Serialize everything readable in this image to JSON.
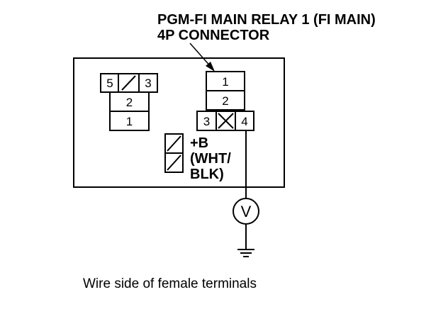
{
  "header": {
    "title_line1": "PGM-FI MAIN RELAY 1 (FI MAIN)",
    "title_line2": "4P CONNECTOR"
  },
  "left_connector": {
    "top_row": [
      "5",
      "3"
    ],
    "rows": [
      "2",
      "1"
    ]
  },
  "main_connector": {
    "rows": [
      "1",
      "2"
    ],
    "bottom_row": [
      "3",
      "4"
    ]
  },
  "terminal_label": {
    "line1": "+B",
    "line2": "(WHT/",
    "line3": "BLK)"
  },
  "meter": {
    "symbol": "V"
  },
  "caption": "Wire side of female terminals"
}
